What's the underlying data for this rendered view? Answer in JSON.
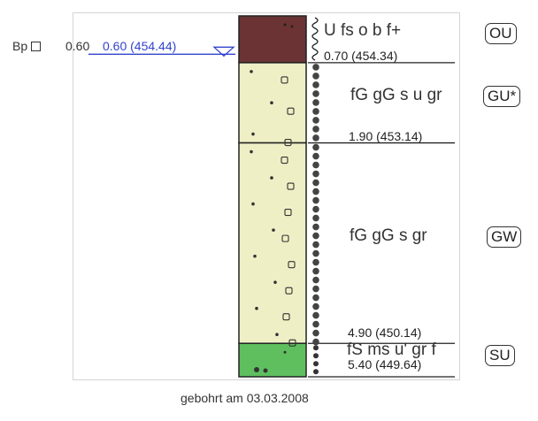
{
  "borehole": {
    "id_label": "Bp",
    "depth_marker": "0.60",
    "groundwater_label": "0.60 (454.44)",
    "caption": "gebohrt am 03.03.2008"
  },
  "layers": [
    {
      "id": "ou",
      "description": "U fs o b f+",
      "depth_label": "0.70 (454.34)",
      "group": "OU",
      "color": "#6b3333",
      "top_m": 0.0,
      "bottom_m": 0.7
    },
    {
      "id": "gu",
      "description": "fG gG s u gr",
      "depth_label": "1.90 (453.14)",
      "group": "GU*",
      "color": "#efefc6",
      "top_m": 0.7,
      "bottom_m": 1.9
    },
    {
      "id": "gw",
      "description": "fG gG s gr",
      "depth_label": "4.90 (450.14)",
      "group": "GW",
      "color": "#efefc6",
      "top_m": 1.9,
      "bottom_m": 4.9
    },
    {
      "id": "su",
      "description": "fS ms u' gr f",
      "depth_label": "5.40 (449.64)",
      "group": "SU",
      "color": "#5fbf5f",
      "top_m": 4.9,
      "bottom_m": 5.4
    }
  ],
  "colors": {
    "water": "#3344cc",
    "line": "#222222"
  }
}
